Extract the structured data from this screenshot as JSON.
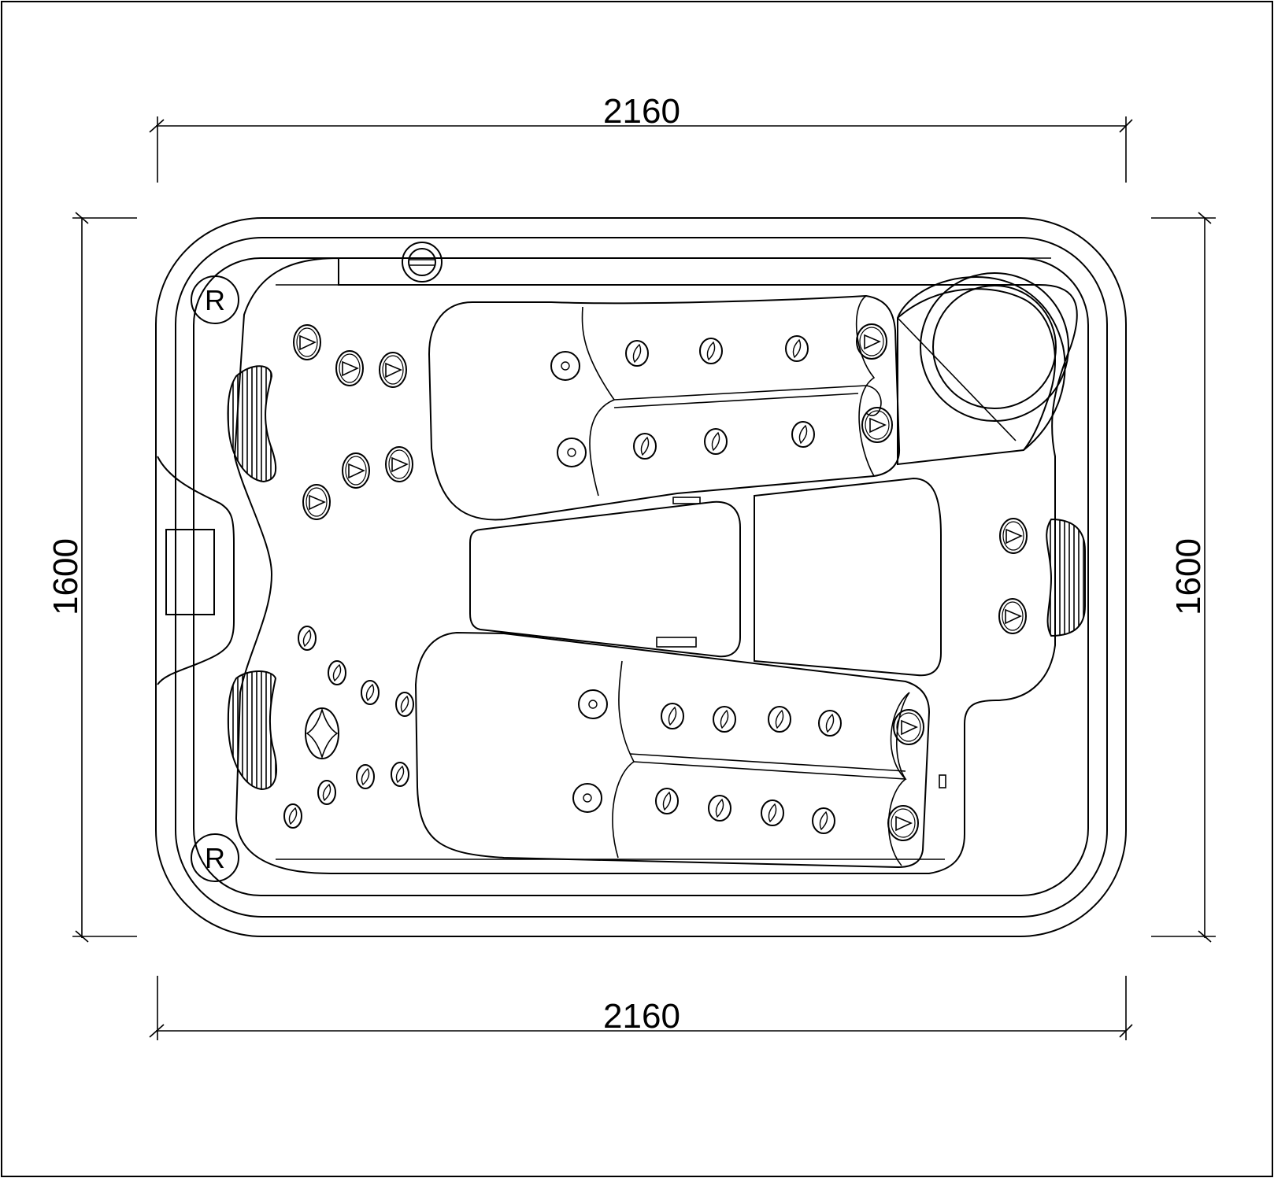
{
  "dimensions": {
    "width_top": "2160",
    "width_bottom": "2160",
    "height_left": "1600",
    "height_right": "1600"
  },
  "markers": {
    "top_left": "R",
    "bottom_left": "R"
  },
  "colors": {
    "line": "#000000",
    "background": "#ffffff"
  }
}
